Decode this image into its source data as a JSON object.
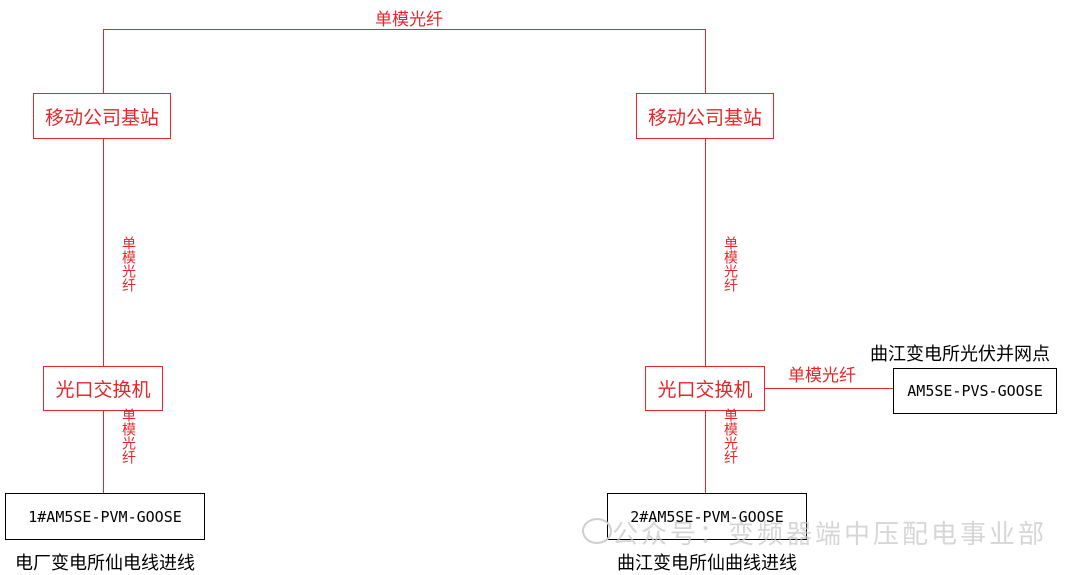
{
  "diagram": {
    "link_label": "单模光纤",
    "vertical_label": "单模光纤",
    "left": {
      "base_station": "移动公司基站",
      "switch": "光口交换机",
      "device": "1#AM5SE-PVM-GOOSE",
      "caption": "电厂变电所仙电线进线"
    },
    "right": {
      "base_station": "移动公司基站",
      "switch": "光口交换机",
      "device": "2#AM5SE-PVM-GOOSE",
      "caption": "曲江变电所仙曲线进线"
    },
    "pv": {
      "title": "曲江变电所光伏并网点",
      "link_label": "单模光纤",
      "device": "AM5SE-PVS-GOOSE"
    },
    "colors": {
      "link": "#e8262a",
      "device_border": "#000000"
    }
  },
  "watermark": {
    "icon": "wechat-logo-icon",
    "text": "公众号：变频器端中压配电事业部"
  }
}
